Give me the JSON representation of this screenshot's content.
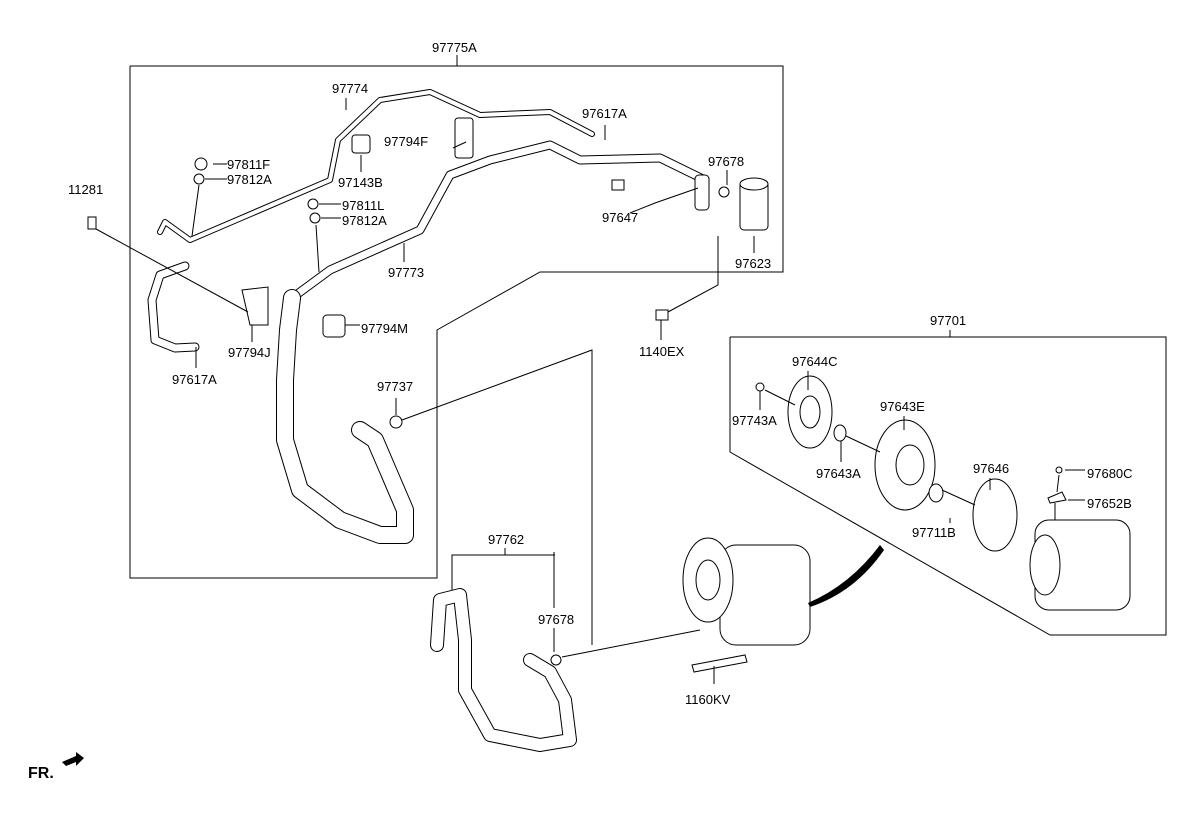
{
  "diagram": {
    "labels": [
      {
        "id": "97775A",
        "text": "97775A"
      },
      {
        "id": "97774",
        "text": "97774"
      },
      {
        "id": "97617A-top",
        "text": "97617A"
      },
      {
        "id": "97794F",
        "text": "97794F"
      },
      {
        "id": "97811F",
        "text": "97811F"
      },
      {
        "id": "97812A-upper",
        "text": "97812A"
      },
      {
        "id": "97143B",
        "text": "97143B"
      },
      {
        "id": "97678-top",
        "text": "97678"
      },
      {
        "id": "97647",
        "text": "97647"
      },
      {
        "id": "97811L",
        "text": "97811L"
      },
      {
        "id": "97812A-lower",
        "text": "97812A"
      },
      {
        "id": "97773",
        "text": "97773"
      },
      {
        "id": "97623",
        "text": "97623"
      },
      {
        "id": "11281",
        "text": "11281"
      },
      {
        "id": "97794J",
        "text": "97794J"
      },
      {
        "id": "97617A-left",
        "text": "97617A"
      },
      {
        "id": "97794M",
        "text": "97794M"
      },
      {
        "id": "1140EX",
        "text": "1140EX"
      },
      {
        "id": "97737",
        "text": "97737"
      },
      {
        "id": "97701",
        "text": "97701"
      },
      {
        "id": "97644C",
        "text": "97644C"
      },
      {
        "id": "97743A",
        "text": "97743A"
      },
      {
        "id": "97643E",
        "text": "97643E"
      },
      {
        "id": "97643A",
        "text": "97643A"
      },
      {
        "id": "97646",
        "text": "97646"
      },
      {
        "id": "97680C",
        "text": "97680C"
      },
      {
        "id": "97652B",
        "text": "97652B"
      },
      {
        "id": "97711B",
        "text": "97711B"
      },
      {
        "id": "97762",
        "text": "97762"
      },
      {
        "id": "97678-bottom",
        "text": "97678"
      },
      {
        "id": "1160KV",
        "text": "1160KV"
      }
    ],
    "front_indicator": "FR."
  }
}
